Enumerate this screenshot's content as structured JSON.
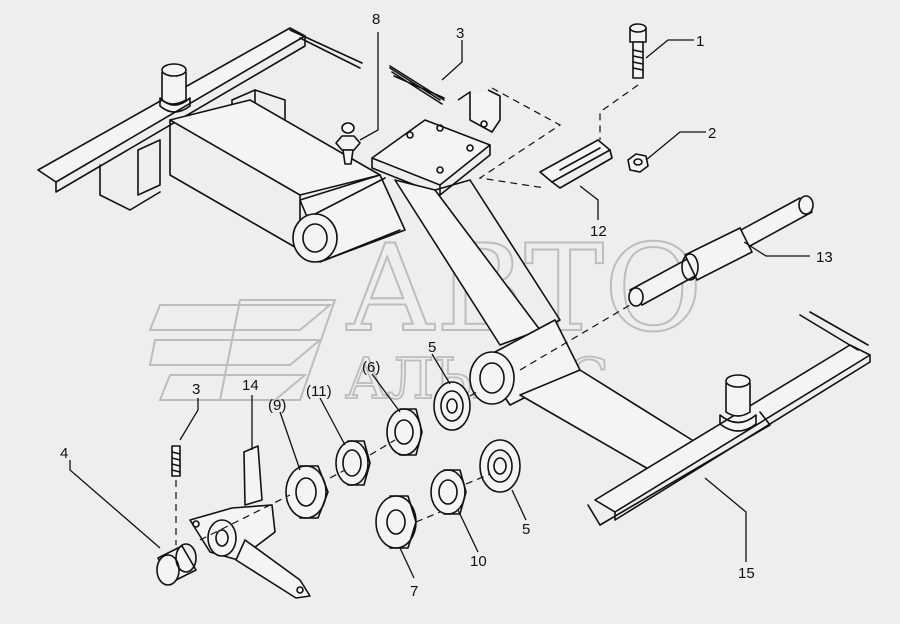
{
  "watermark": {
    "line1": "АВТО",
    "line2": "АЛЬЯНС"
  },
  "callouts": {
    "c1": "1",
    "c2": "2",
    "c3a": "3",
    "c3b": "3",
    "c4": "4",
    "c5a": "5",
    "c5b": "5",
    "c6": "(6)",
    "c7": "7",
    "c8": "8",
    "c9": "(9)",
    "c10": "10",
    "c11": "(11)",
    "c12": "12",
    "c13": "13",
    "c14": "14",
    "c15": "15"
  }
}
